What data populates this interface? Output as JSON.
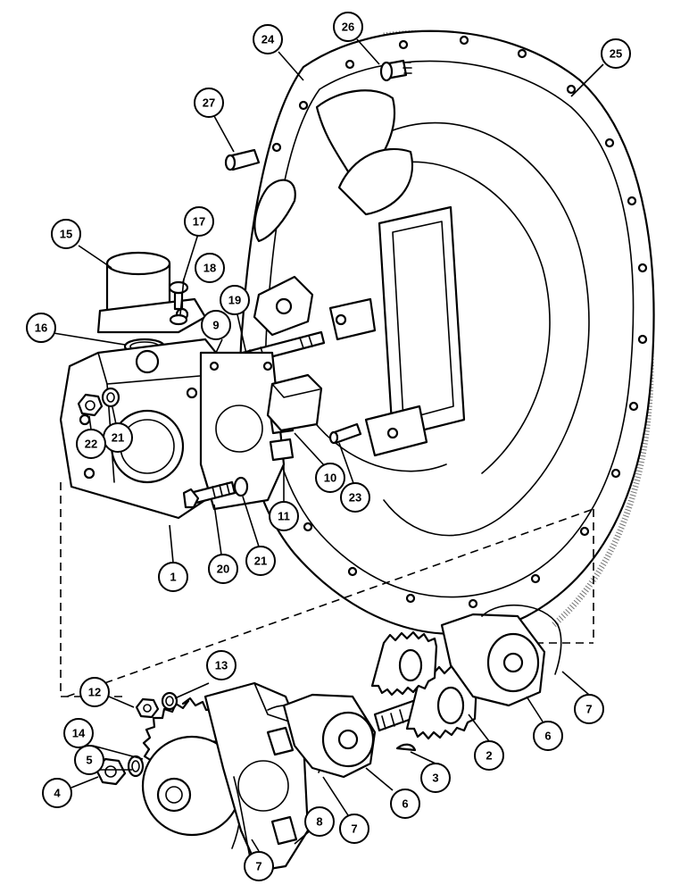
{
  "callouts": [
    {
      "id": "c1",
      "label": "1"
    },
    {
      "id": "c2",
      "label": "2"
    },
    {
      "id": "c3",
      "label": "3"
    },
    {
      "id": "c4",
      "label": "4"
    },
    {
      "id": "c5",
      "label": "5"
    },
    {
      "id": "c6a",
      "label": "6"
    },
    {
      "id": "c6b",
      "label": "6"
    },
    {
      "id": "c7a",
      "label": "7"
    },
    {
      "id": "c7b",
      "label": "7"
    },
    {
      "id": "c7c",
      "label": "7"
    },
    {
      "id": "c8",
      "label": "8"
    },
    {
      "id": "c9",
      "label": "9"
    },
    {
      "id": "c10",
      "label": "10"
    },
    {
      "id": "c11",
      "label": "11"
    },
    {
      "id": "c12",
      "label": "12"
    },
    {
      "id": "c13",
      "label": "13"
    },
    {
      "id": "c14",
      "label": "14"
    },
    {
      "id": "c15",
      "label": "15"
    },
    {
      "id": "c16",
      "label": "16"
    },
    {
      "id": "c17",
      "label": "17"
    },
    {
      "id": "c18",
      "label": "18"
    },
    {
      "id": "c19",
      "label": "19"
    },
    {
      "id": "c20",
      "label": "20"
    },
    {
      "id": "c21a",
      "label": "21"
    },
    {
      "id": "c21b",
      "label": "21"
    },
    {
      "id": "c22",
      "label": "22"
    },
    {
      "id": "c23",
      "label": "23"
    },
    {
      "id": "c24",
      "label": "24"
    },
    {
      "id": "c25",
      "label": "25"
    },
    {
      "id": "c26",
      "label": "26"
    },
    {
      "id": "c27",
      "label": "27"
    }
  ]
}
